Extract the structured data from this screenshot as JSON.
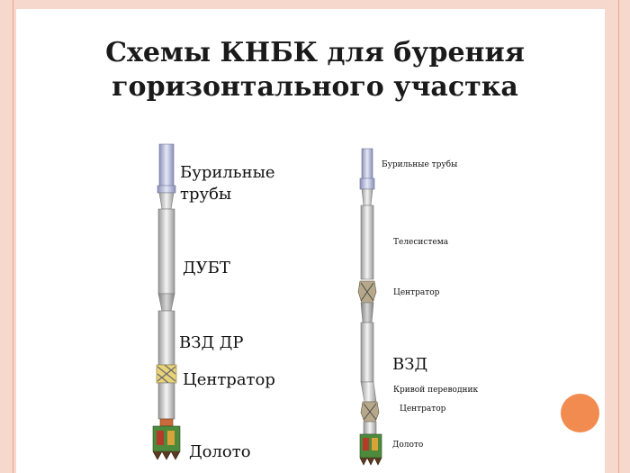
{
  "slide": {
    "title_line1": "Схемы КНБК для бурения",
    "title_line2": "горизонтального участка"
  },
  "left_assembly": {
    "labels": [
      "Бурильные трубы",
      "ДУБТ",
      "ВЗД ДР",
      "Центратор",
      "Долото"
    ]
  },
  "right_assembly": {
    "labels": [
      "Бурильные трубы",
      "Телесистема",
      "Центратор",
      "ВЗД",
      "Кривой переводник",
      "Центратор",
      "Долото"
    ]
  },
  "colors": {
    "frame": "#f7d8cc",
    "accent_circle": "#f28b50",
    "drill_pipe": "#c8cde8",
    "tool_body": "#e6e6e6"
  }
}
